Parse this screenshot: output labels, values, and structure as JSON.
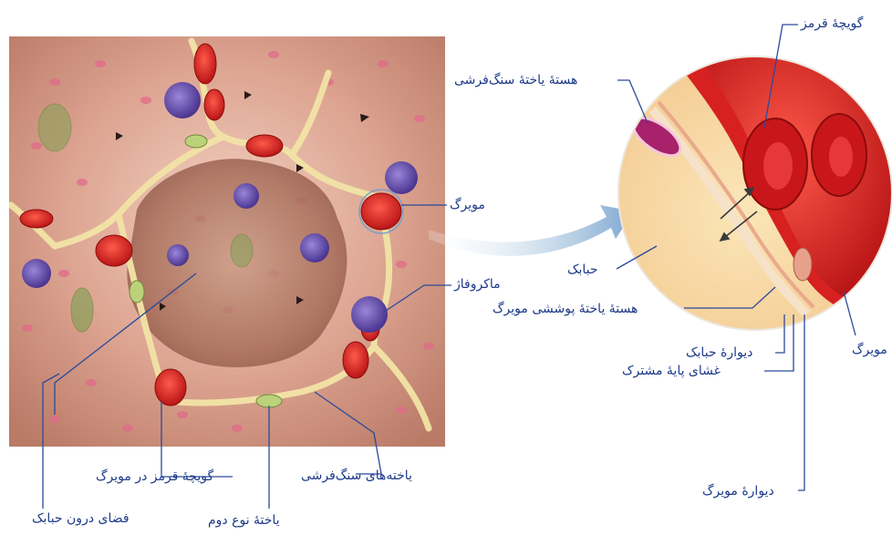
{
  "labels": {
    "red_cell_top": "گویچهٔ قرمز",
    "squamous_nucleus": "هستهٔ یاختهٔ سنگ‌فرشی",
    "capillary_left": "مویرگ",
    "macrophage": "ماکروفاژ",
    "alveolus": "حبابک",
    "endothelial_nucleus": "هستهٔ یاختهٔ پوششی مویرگ",
    "capillary_right": "مویرگ",
    "alveolar_wall": "دیوارهٔ حبابک",
    "shared_basement_membrane": "غشای پایهٔ مشترک",
    "capillary_wall": "دیوارهٔ مویرگ",
    "red_cell_in_capillary": "گویچهٔ قرمز در مویرگ",
    "squamous_cells": "یاخته‌های سنگ‌فرشی",
    "alveolar_space": "فضای درون حبابک",
    "type2_cell": "یاختهٔ نوع دوم"
  },
  "colors": {
    "label_text": "#1d3a8a",
    "leader_line": "#2a4a9a",
    "blood_red": "#d21c1c",
    "tissue_pink": "#e9b9a4",
    "macrophage_blue": "#6a4fb0",
    "arrow_blue": "#8fb4d6"
  }
}
